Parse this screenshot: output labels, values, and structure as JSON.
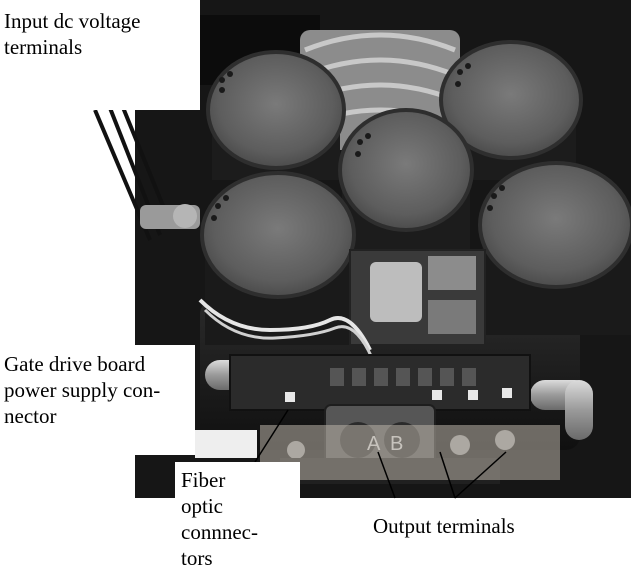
{
  "image_alt": "",
  "labels": {
    "input_terminals": "Input dc voltage\nterminals",
    "gate_drive": "Gate drive board\npower supply con-\nnector",
    "fiber_optic": "Fiber\noptic\nconnnec-\ntors",
    "output_terminals": "Output terminals"
  },
  "board_marks": {
    "left_phase": "A",
    "right_phase": "B"
  },
  "colors": {
    "background": "#141414",
    "core": "#5a5a5a",
    "label_text": "#000000"
  }
}
